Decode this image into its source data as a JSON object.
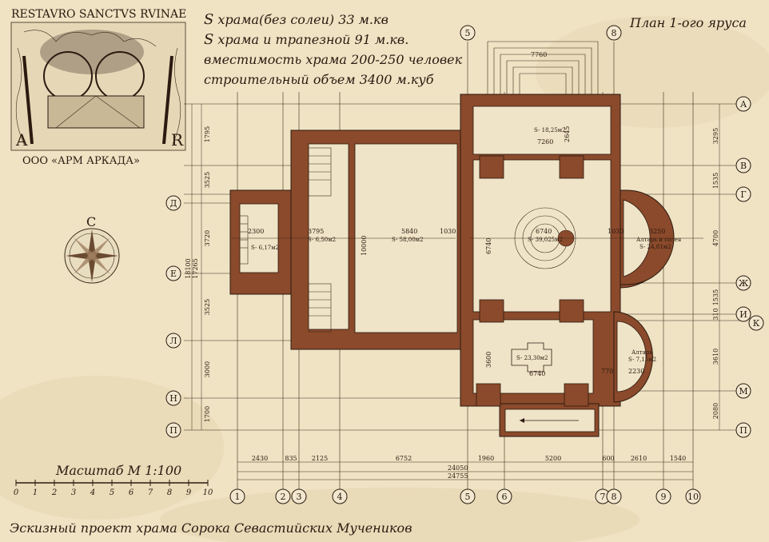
{
  "firm": {
    "motto": "RESTAVRO SANCTVS RVINAE",
    "name": "ООО «АРМ АРКАДА»",
    "logo_letters": [
      "A",
      "R"
    ]
  },
  "info": {
    "line1_prefix": "S",
    "line1_text": " храма(без солеи) 33 м.кв",
    "line2_prefix": "S",
    "line2_text": " храма и трапезной 91 м.кв.",
    "line3": "вместимость храма 200-250 человек",
    "line4": "строительный объем 3400 м.куб"
  },
  "plan_title": "План 1-ого яруса",
  "compass_letter": "С",
  "scale": {
    "title": "Масштаб М 1:100",
    "ticks": [
      "0",
      "1",
      "2",
      "3",
      "4",
      "5",
      "6",
      "7",
      "8",
      "9",
      "10"
    ]
  },
  "footer_title": "Эскизный проект храма Сорока Севастийских Мучеников",
  "axes_bottom": [
    "1",
    "2",
    "3",
    "4",
    "5",
    "6",
    "7",
    "8",
    "9",
    "10"
  ],
  "axes_top": [
    "5",
    "8"
  ],
  "axes_right": [
    "А",
    "В",
    "Г",
    "Ж",
    "И",
    "К",
    "М",
    "П"
  ],
  "axes_left": [
    "Д",
    "Е",
    "Л",
    "Н",
    "П"
  ],
  "rooms": {
    "porch_area": "S- 6,17м2",
    "porch_w": "2300",
    "vestibule_area": "S- 6,50м2",
    "vestibule_w": "3795",
    "refectory_area": "S- 58,00м2",
    "refectory_w": "5840",
    "refectory_h": "10000",
    "narthex_area": "S- 18,25м2",
    "narthex_w": "7260",
    "narthex_h": "2645",
    "nave_area": "S- 39,025м2",
    "nave_w": "6740",
    "nave_h": "6740",
    "altar_name": "Алтарь и солея",
    "altar_area": "S- 24,81м2",
    "altar_w": "3250",
    "chapel_area": "S- 23,30м2",
    "chapel_w": "6740",
    "chapel_h": "3600",
    "altar2_name": "Алтарь",
    "altar2_area": "S- 7,15м2",
    "altar2_w": "2230",
    "altar2_gap": "770",
    "wall1": "1030",
    "wall2": "1030",
    "stair_top_w": "7760"
  },
  "dims_bottom": [
    "2430",
    "835",
    "2125",
    "6752",
    "1960",
    "5200",
    "600",
    "2610",
    "1540"
  ],
  "dims_total1": "24050",
  "dims_total2": "24755",
  "dims_left": [
    "1795",
    "3525",
    "3720",
    "3525",
    "3000",
    "1700"
  ],
  "dims_left_outer": [
    "18100",
    "17265"
  ],
  "dims_right": [
    "3295",
    "1535",
    "4700",
    "1535",
    "310",
    "3610",
    "2080"
  ]
}
